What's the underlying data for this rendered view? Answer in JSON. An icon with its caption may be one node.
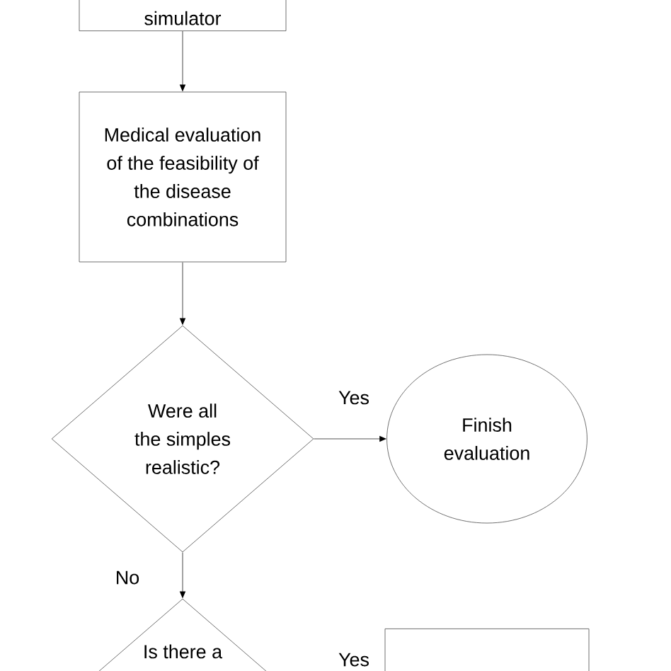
{
  "diagram": {
    "nodes": [
      {
        "text": [
          "simulator"
        ]
      },
      {
        "text": [
          "Medical evaluation of the feasibility of the disease combinations"
        ]
      },
      {
        "text": [
          "Were all the simples realistic?"
        ]
      },
      {
        "text": [
          "Finish evaluation"
        ]
      },
      {
        "text": [
          "Is there a"
        ]
      },
      {
        "text": [],
        "shape": "box"
      }
    ],
    "edges": [
      {
        "from": 0,
        "to": 1,
        "arrow": "to"
      },
      {
        "from": 1,
        "to": 2,
        "arrow": "to"
      },
      {
        "from": 2,
        "to": 3,
        "arrow": "to",
        "label": "Yes"
      },
      {
        "from": 2,
        "to": 4,
        "arrow": "to",
        "label": "No"
      }
    ],
    "labels": [
      "Yes"
    ]
  }
}
